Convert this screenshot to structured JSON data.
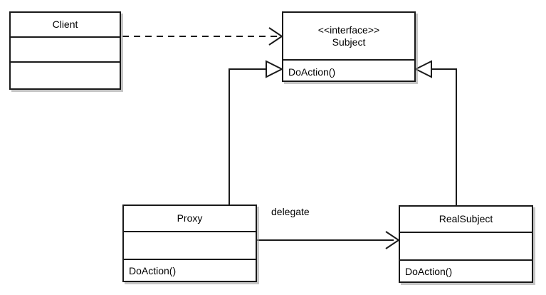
{
  "diagram": {
    "type": "uml-class-diagram",
    "pattern": "Proxy",
    "background_color": "#ffffff",
    "line_color": "#1a1a1a",
    "text_color": "#000000"
  },
  "classes": {
    "client": {
      "name": "Client",
      "stereotype": "",
      "attributes": "",
      "operations": ""
    },
    "subject": {
      "stereotype": "<<interface>>",
      "name": "Subject",
      "operations": "DoAction()"
    },
    "proxy": {
      "name": "Proxy",
      "attributes": "",
      "operations": "DoAction()"
    },
    "realsubject": {
      "name": "RealSubject",
      "attributes": "",
      "operations": "DoAction()"
    }
  },
  "relationships": {
    "client_to_subject": {
      "label": "",
      "kind": "dependency",
      "style": "dashed-open-arrow",
      "from": "Client",
      "to": "Subject"
    },
    "proxy_to_subject": {
      "label": "",
      "kind": "realization",
      "style": "solid-hollow-triangle",
      "from": "Proxy",
      "to": "Subject"
    },
    "realsubject_to_subject": {
      "label": "",
      "kind": "realization",
      "style": "solid-hollow-triangle",
      "from": "RealSubject",
      "to": "Subject"
    },
    "proxy_to_realsubject": {
      "label": "delegate",
      "kind": "association",
      "style": "solid-open-arrow",
      "from": "Proxy",
      "to": "RealSubject"
    }
  }
}
